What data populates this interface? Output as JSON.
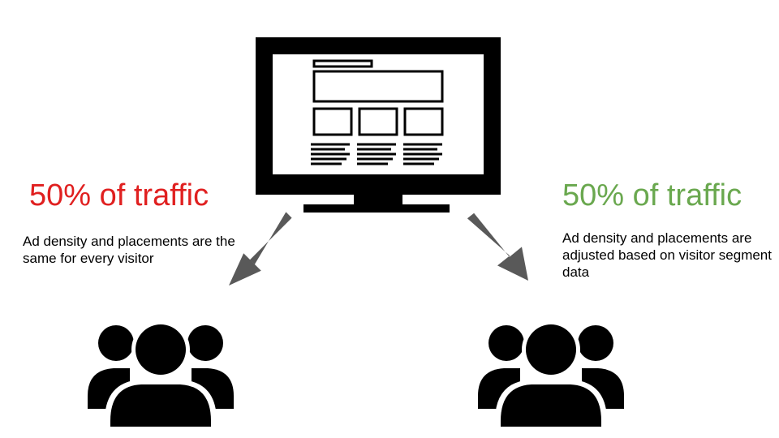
{
  "colors": {
    "left_headline": "#e02020",
    "right_headline": "#6aa84f",
    "icon": "#000000",
    "arrow": "#595959"
  },
  "monitor": {
    "icon": "desktop-monitor-icon",
    "screen_content": "webpage-layout-wireframe"
  },
  "left_group": {
    "headline": "50% of traffic",
    "description": "Ad density and placements are the same for every visitor",
    "icon": "user-group-icon"
  },
  "right_group": {
    "headline": "50% of traffic",
    "description": "Ad density and placements are adjusted based on visitor segment data",
    "icon": "user-group-icon"
  }
}
